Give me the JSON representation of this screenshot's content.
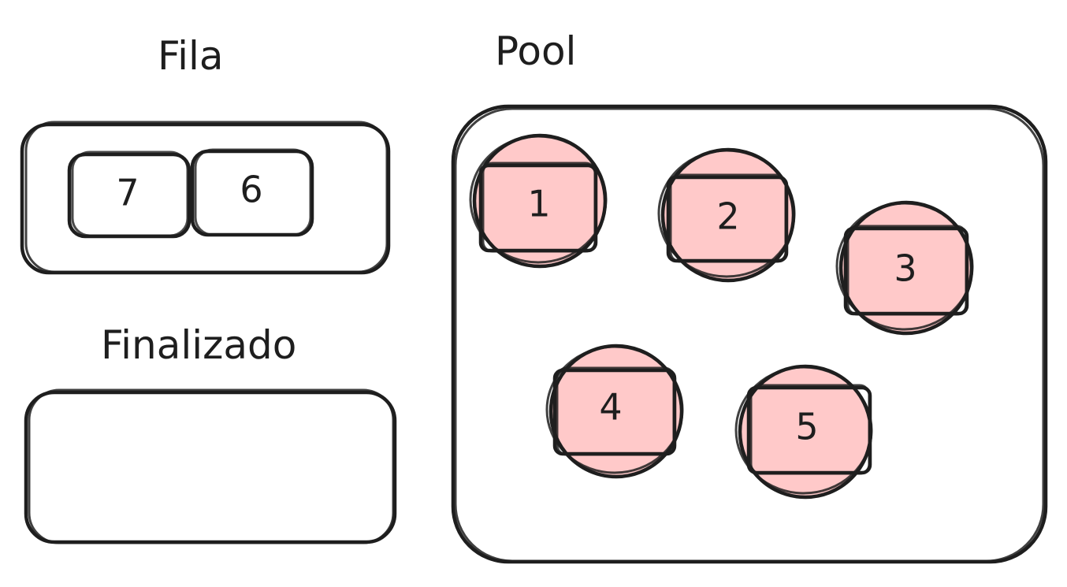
{
  "colors": {
    "stroke": "#1e1e1e",
    "task_fill": "#ffc9c9",
    "background": "#ffffff"
  },
  "queue": {
    "title": "Fila",
    "items": [
      "7",
      "6"
    ]
  },
  "finished": {
    "title": "Finalizado",
    "items": []
  },
  "pool": {
    "title": "Pool",
    "tasks": [
      "1",
      "2",
      "3",
      "4",
      "5"
    ]
  }
}
